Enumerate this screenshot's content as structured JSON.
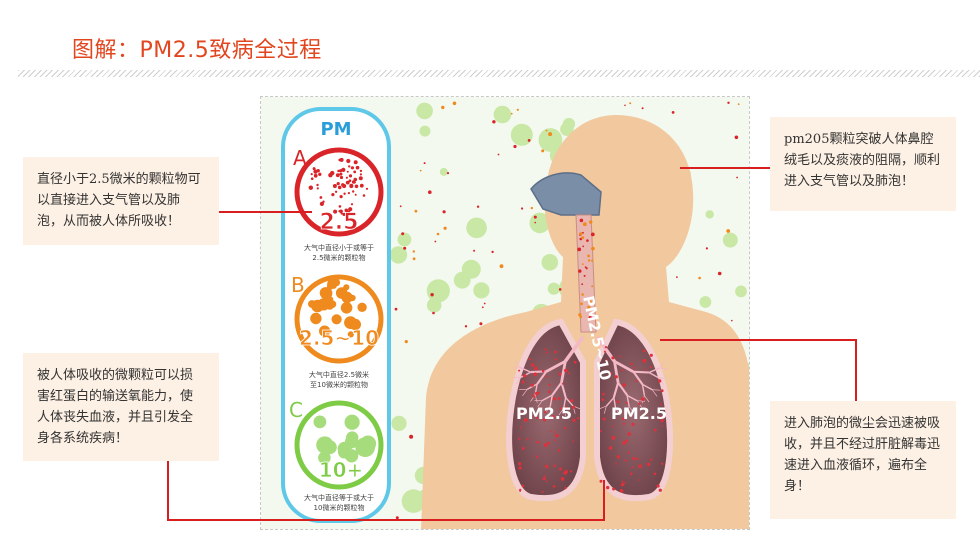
{
  "title": "图解：PM2.5致病全过程",
  "callouts": {
    "a": "直径小于2.5微米的颗粒物可以直接进入支气管以及肺泡，从而被人体所吸收！",
    "b": "pm205颗粒突破人体鼻腔绒毛以及痰液的阻隔，顺利进入支气管以及肺泡！",
    "c": "被人体吸收的微颗粒可以损害红蛋白的输送氧能力，使人体丧失血液，并且引发全身各系统疾病！",
    "d": "进入肺泡的微尘会迅速被吸收，并且不经过肝脏解毒迅速进入血液循环，遍布全身！"
  },
  "diagram": {
    "panel_title": "PM",
    "items": [
      {
        "letter": "A",
        "size": "2.5",
        "caption_1": "大气中直径小于或等于",
        "caption_2": "2.5微米的颗粒物"
      },
      {
        "letter": "B",
        "size": "2.5~10",
        "caption_1": "大气中直径2.5微米",
        "caption_2": "至10微米的颗粒物"
      },
      {
        "letter": "C",
        "size": "10+",
        "caption_1": "大气中直径等于或大于",
        "caption_2": "10微米的颗粒物"
      }
    ],
    "trachea_label": "PM2.5~10",
    "lung_left_label": "PM2.5",
    "lung_right_label": "PM2.5"
  },
  "colors": {
    "title": "#e2461f",
    "line": "#d81e1e",
    "callout_bg": "#fdf0e4",
    "circle_a": "#d9252a",
    "circle_b": "#ee8a1e",
    "circle_c": "#7ecb45",
    "panel_border": "#5fc7e8",
    "skin": "#f2c89e",
    "lung": "#7d4f56"
  }
}
